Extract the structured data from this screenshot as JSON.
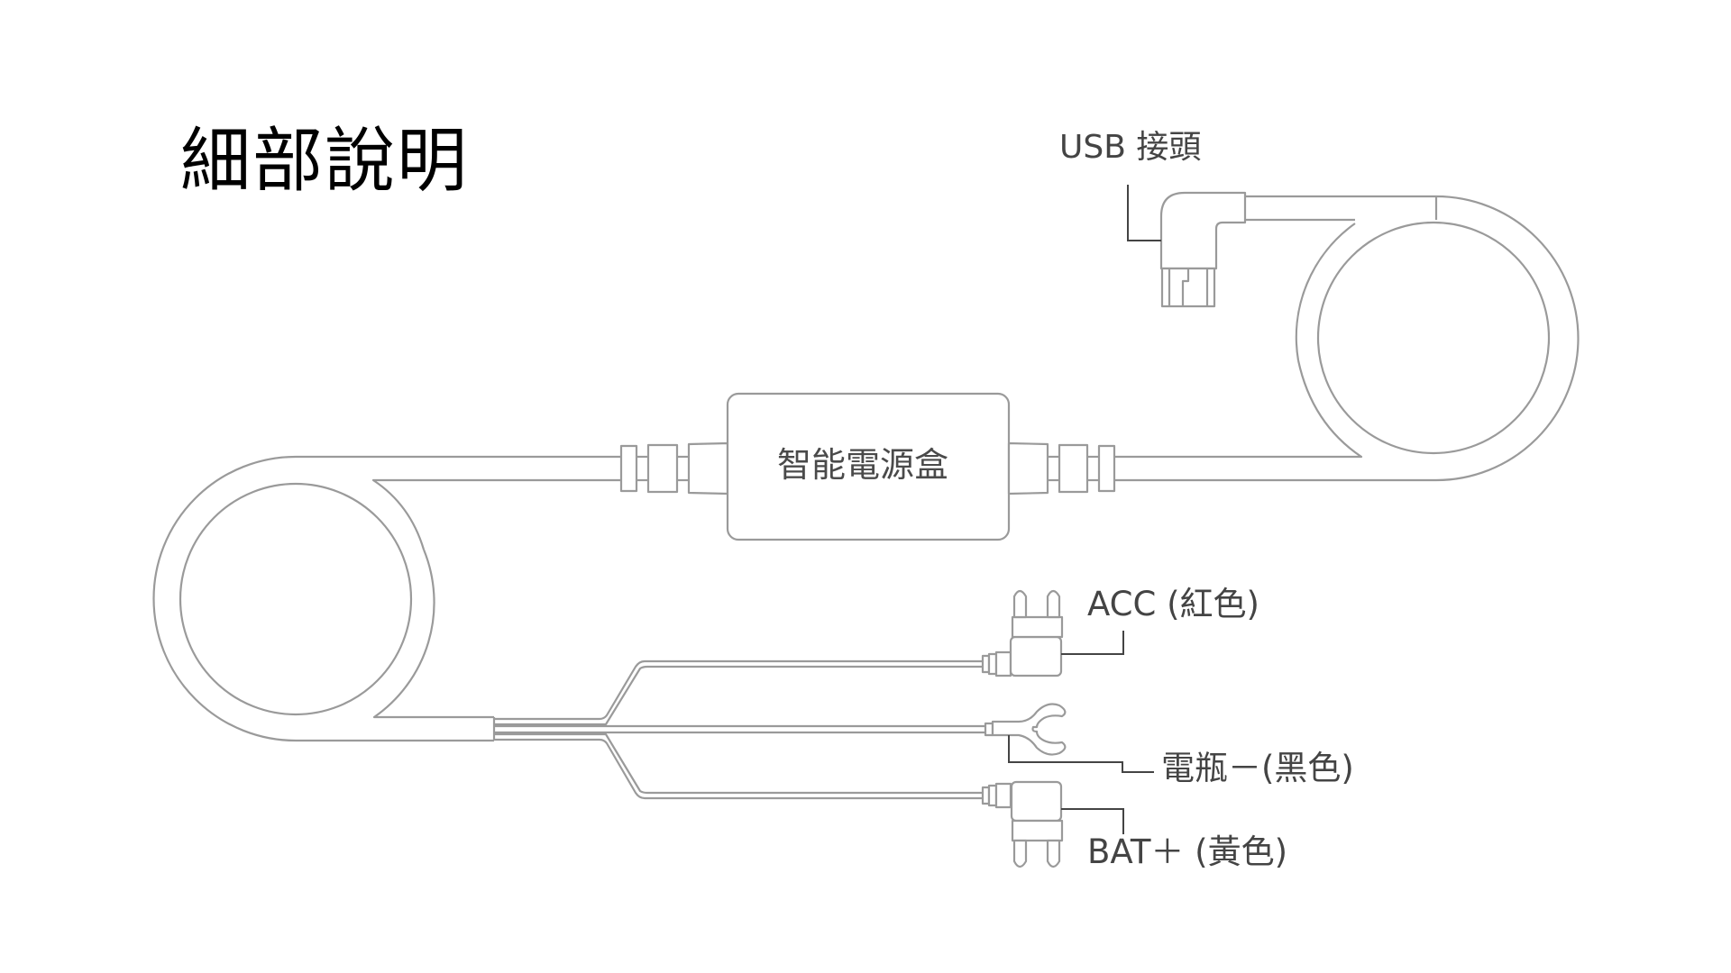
{
  "title": "細部說明",
  "colors": {
    "outline": "#9a9a9a",
    "leader": "#444444",
    "label_text": "#444444",
    "title_text": "#000000",
    "background": "#ffffff"
  },
  "components": {
    "usb_connector": {
      "label": "USB 接頭",
      "icon": "usb-right-angle-plug"
    },
    "power_box": {
      "label": "智能電源盒",
      "icon": "rounded-rectangle-box"
    },
    "acc_wire": {
      "label": "ACC (紅色)",
      "icon": "fuse-tap"
    },
    "ground_wire": {
      "label": "電瓶－(黑色)",
      "icon": "fork-terminal"
    },
    "bat_wire": {
      "label": "BAT＋ (黃色)",
      "icon": "fuse-tap"
    }
  }
}
